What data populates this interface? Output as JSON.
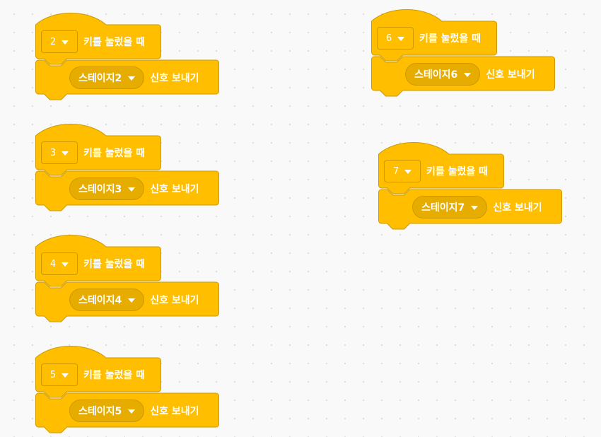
{
  "blocks": {
    "hat_text": "키를 눌렀을 때",
    "send_text": "신호 보내기",
    "colors": {
      "fill": "#ffbf00",
      "stroke": "#cc9900",
      "dropdown": "#e6ac00",
      "text": "#ffffff"
    }
  },
  "scripts": [
    {
      "key": "2",
      "message": "스테이지2"
    },
    {
      "key": "3",
      "message": "스테이지3"
    },
    {
      "key": "4",
      "message": "스테이지4"
    },
    {
      "key": "5",
      "message": "스테이지5"
    },
    {
      "key": "6",
      "message": "스테이지6"
    },
    {
      "key": "7",
      "message": "스테이지7"
    }
  ]
}
